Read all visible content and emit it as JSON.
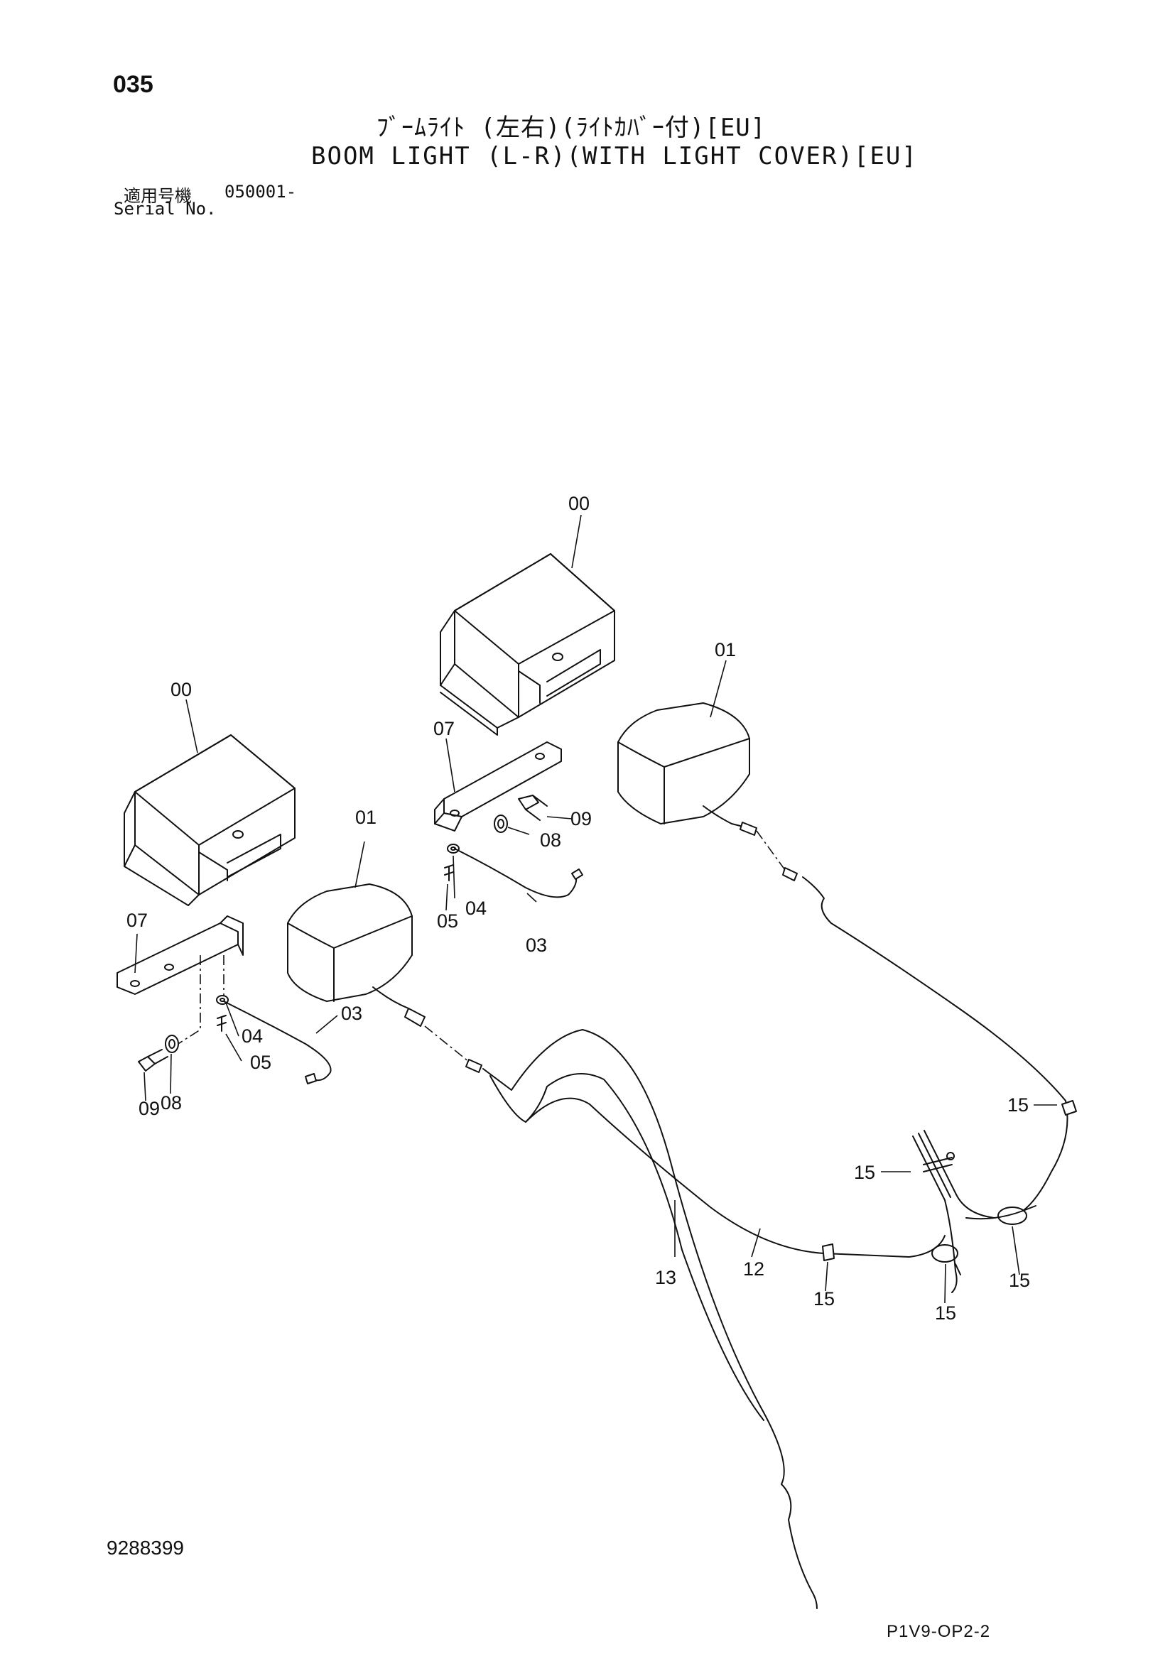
{
  "header": {
    "page_no": "035",
    "title_jp": "ﾌﾞｰﾑﾗｲﾄ (左右)(ﾗｲﾄｶﾊﾞｰ付)[EU]",
    "title_en": "BOOM LIGHT (L-R)(WITH LIGHT COVER)[EU]",
    "serial_label_jp": "適用号機",
    "serial_value": "050001-",
    "serial_label_en": "Serial No."
  },
  "callouts": {
    "cover_left": "00",
    "cover_right": "00",
    "lamp_left": "01",
    "lamp_right": "01",
    "harness_left": "03",
    "harness_right": "03",
    "washer_left": "04",
    "washer_right": "04",
    "screw_left": "05",
    "screw_right": "05",
    "bracket_left": "07",
    "bracket_right": "07",
    "washer8_left": "08",
    "washer8_right": "08",
    "bolt_left": "09",
    "bolt_right": "09",
    "harness_12": "12",
    "harness_13": "13",
    "clip_a": "15",
    "clip_b": "15",
    "clip_c": "15",
    "clip_d": "15",
    "clip_e": "15"
  },
  "footer": {
    "doc_no": "9288399",
    "figure_code": "P1V9-OP2-2"
  }
}
